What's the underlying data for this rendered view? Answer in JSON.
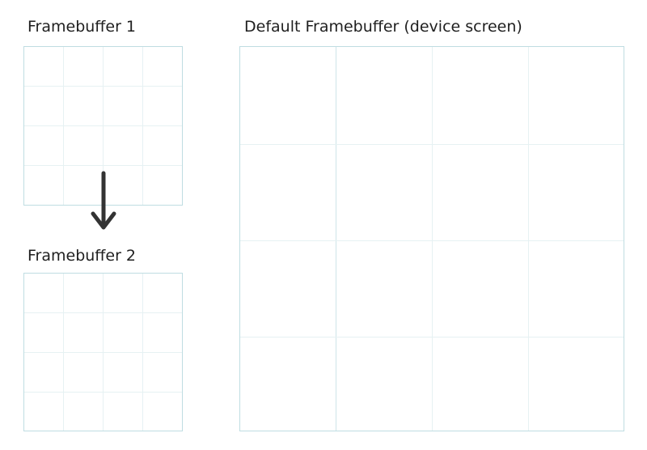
{
  "labels": {
    "framebuffer_1": "Framebuffer 1",
    "framebuffer_2": "Framebuffer 2",
    "default_framebuffer": "Default Framebuffer (device screen)"
  },
  "grid": {
    "small_cells_per_side": 4,
    "large_cells_per_side": 4
  },
  "colors": {
    "border": "#bfdde2",
    "grid_line": "#e6f1f3",
    "arrow": "#333333",
    "text": "#1f1f1f"
  },
  "icons": {
    "arrow": "down-arrow-icon"
  }
}
